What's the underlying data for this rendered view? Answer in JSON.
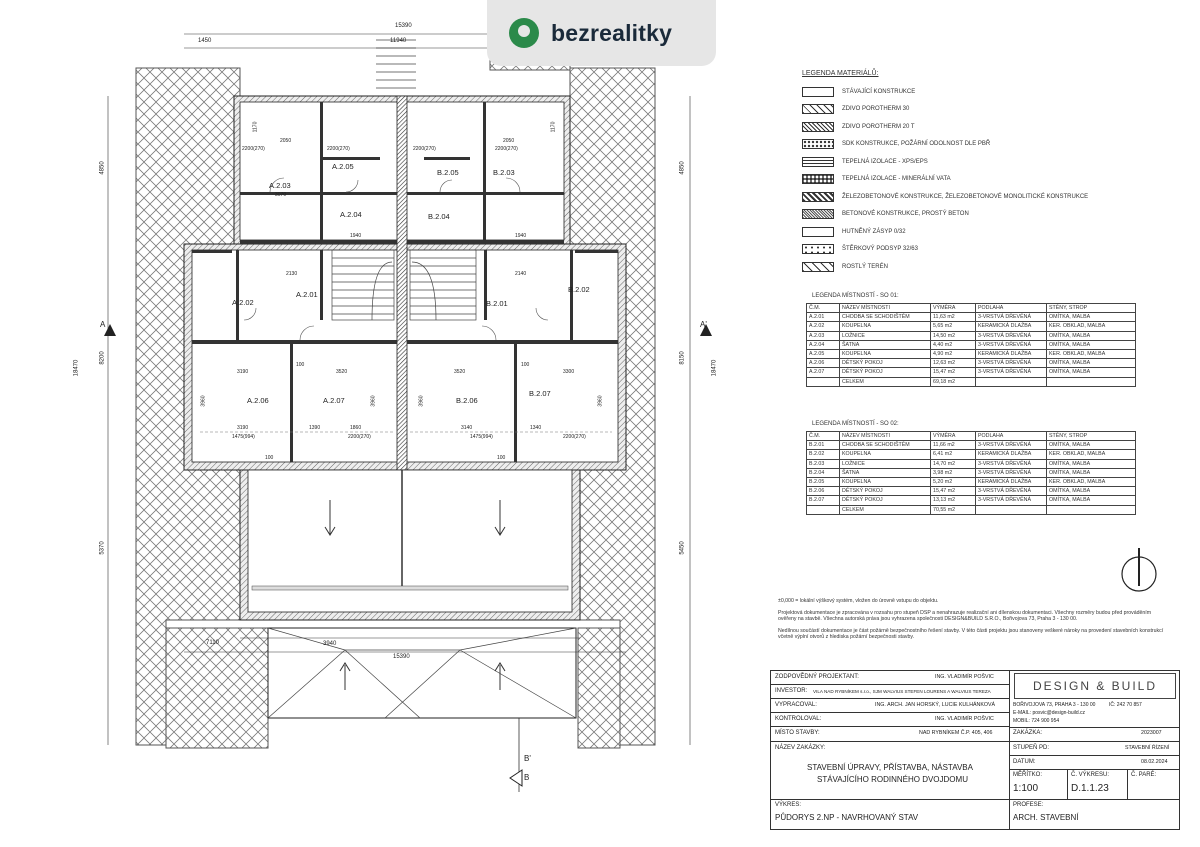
{
  "brand": {
    "name": "bezrealitky",
    "color": "#2b8a4a"
  },
  "drawing": {
    "dims_top": [
      "15390",
      "1450",
      "11940"
    ],
    "dims_left": [
      "4850",
      "8200",
      "5370"
    ],
    "dims_left_total": "18470",
    "dims_right": [
      "4850",
      "8150",
      "5450"
    ],
    "dims_right_total": "18470",
    "dims_bottom": [
      "7110",
      "3940",
      "15390"
    ],
    "section_marks": {
      "a_left": "A",
      "a_right": "A'",
      "b_bottom": "B",
      "b_bottom_prime": "B'"
    },
    "rooms": [
      {
        "id": "A.2.05"
      },
      {
        "id": "A.2.03"
      },
      {
        "id": "A.2.04"
      },
      {
        "id": "A.2.02"
      },
      {
        "id": "A.2.01"
      },
      {
        "id": "A.2.06"
      },
      {
        "id": "A.2.07"
      },
      {
        "id": "B.2.05"
      },
      {
        "id": "B.2.03"
      },
      {
        "id": "B.2.04"
      },
      {
        "id": "B.2.02"
      },
      {
        "id": "B.2.01"
      },
      {
        "id": "B.2.06"
      },
      {
        "id": "B.2.07"
      }
    ],
    "inner_dims": [
      "2200(270)",
      "2200(270)",
      "2200(270)",
      "2200(270)",
      "3070",
      "1940",
      "1940",
      "3190",
      "3520",
      "3520",
      "3300",
      "3190",
      "1390",
      "1860",
      "3140",
      "1340",
      "1475(994)",
      "1475(994)",
      "2200(270)",
      "2200(270)",
      "2130",
      "2140",
      "2050",
      "2050",
      "100",
      "100",
      "100",
      "100",
      "3960",
      "3960",
      "3960",
      "3960",
      "1170",
      "1170"
    ]
  },
  "legend": {
    "title": "LEGENDA MATERIÁLŮ:",
    "items": [
      {
        "label": "STÁVAJÍCÍ KONSTRUKCE"
      },
      {
        "label": "ZDIVO POROTHERM 30"
      },
      {
        "label": "ZDIVO POROTHERM 20 T"
      },
      {
        "label": "SDK KONSTRUKCE, POŽÁRNÍ ODOLNOST DLE PBŘ"
      },
      {
        "label": "TEPELNÁ IZOLACE - XPS/EPS"
      },
      {
        "label": "TEPELNÁ IZOLACE - MINERÁLNÍ VATA"
      },
      {
        "label": "ŽELEZOBETONOVÉ KONSTRUKCE, ŽELEZOBETONOVÉ MONOLITICKÉ KONSTRUKCE"
      },
      {
        "label": "BETONOVÉ KONSTRUKCE, PROSTÝ BETON"
      },
      {
        "label": "HUTNĚNÝ ZÁSYP 0/32"
      },
      {
        "label": "ŠTĚRKOVÝ PODSYP 32/63"
      },
      {
        "label": "ROSTLÝ TERÉN"
      }
    ]
  },
  "table_so01": {
    "title": "LEGENDA MÍSTNOSTÍ - SO 01:",
    "headers": [
      "Č.M.",
      "NÁZEV MÍSTNOSTI",
      "VÝMĚRA",
      "PODLAHA",
      "STĚNY, STROP"
    ],
    "rows": [
      [
        "A.2.01",
        "CHODBA SE SCHODIŠTĚM",
        "11,63 m2",
        "3-VRSTVÁ DŘEVĚNÁ",
        "OMÍTKA, MALBA"
      ],
      [
        "A.2.02",
        "KOUPELNA",
        "5,65 m2",
        "KERAMICKÁ DLAŽBA",
        "KER. OBKLAD, MALBA"
      ],
      [
        "A.2.03",
        "LOŽNICE",
        "14,50 m2",
        "3-VRSTVÁ DŘEVĚNÁ",
        "OMÍTKA, MALBA"
      ],
      [
        "A.2.04",
        "ŠATNA",
        "4,40 m2",
        "3-VRSTVÁ DŘEVĚNÁ",
        "OMÍTKA, MALBA"
      ],
      [
        "A.2.05",
        "KOUPELNA",
        "4,90 m2",
        "KERAMICKÁ DLAŽBA",
        "KER. OBKLAD, MALBA"
      ],
      [
        "A.2.06",
        "DĚTSKÝ POKOJ",
        "12,63 m2",
        "3-VRSTVÁ DŘEVĚNÁ",
        "OMÍTKA, MALBA"
      ],
      [
        "A.2.07",
        "DĚTSKÝ POKOJ",
        "15,47 m2",
        "3-VRSTVÁ DŘEVĚNÁ",
        "OMÍTKA, MALBA"
      ],
      [
        "",
        "CELKEM",
        "69,18 m2",
        "",
        ""
      ]
    ]
  },
  "table_so02": {
    "title": "LEGENDA MÍSTNOSTÍ - SO 02:",
    "headers": [
      "Č.M.",
      "NÁZEV MÍSTNOSTI",
      "VÝMĚRA",
      "PODLAHA",
      "STĚNY, STROP"
    ],
    "rows": [
      [
        "B.2.01",
        "CHODBA SE SCHODIŠTĚM",
        "11,66 m2",
        "3-VRSTVÁ DŘEVĚNÁ",
        "OMÍTKA, MALBA"
      ],
      [
        "B.2.02",
        "KOUPELNA",
        "6,41 m2",
        "KERAMICKÁ DLAŽBA",
        "KER. OBKLAD, MALBA"
      ],
      [
        "B.2.03",
        "LOŽNICE",
        "14,70 m2",
        "3-VRSTVÁ DŘEVĚNÁ",
        "OMÍTKA, MALBA"
      ],
      [
        "B.2.04",
        "ŠATNA",
        "3,98 m2",
        "3-VRSTVÁ DŘEVĚNÁ",
        "OMÍTKA, MALBA"
      ],
      [
        "B.2.05",
        "KOUPELNA",
        "5,20 m2",
        "KERAMICKÁ DLAŽBA",
        "KER. OBKLAD, MALBA"
      ],
      [
        "B.2.06",
        "DĚTSKÝ POKOJ",
        "15,47 m2",
        "3-VRSTVÁ DŘEVĚNÁ",
        "OMÍTKA, MALBA"
      ],
      [
        "B.2.07",
        "DĚTSKÝ POKOJ",
        "13,13 m2",
        "3-VRSTVÁ DŘEVĚNÁ",
        "OMÍTKA, MALBA"
      ],
      [
        "",
        "CELKEM",
        "70,55 m2",
        "",
        ""
      ]
    ]
  },
  "notes": [
    "±0,000 = lokální výškový systém, vložen do úrovně vstupu do objektu.",
    "Projektová dokumentace je zpracována v rozsahu pro stupeň DSP a nenahrazuje realizační ani dílenskou dokumentaci. Všechny rozměry budou před prováděním ověřeny na stavbě. Všechna autorská práva jsou vyhrazena společnosti DESIGN&BUILD S.R.O., Bořivojova 73, Praha 3 - 130 00.",
    "Nedílnou součástí dokumentace je část požárně bezpečnostního řešení stavby. V této části projektu jsou stanoveny veškeré nároky na provedení stavebních konstrukcí včetně výplní otvorů z hlediska požární bezpečnosti stavby."
  ],
  "title_block": {
    "zodp_label": "ZODPOVĚDNÝ PROJEKTANT:",
    "zodp_value": "ING. VLADIMÍR POŠVIC",
    "investor_label": "INVESTOR:",
    "investor_value": "VILA NAD RYBNÍKEM s.r.o., SJM WALVIUS STEFEN LOURENS A WALVIUS TEREZA",
    "vypracoval_label": "VYPRACOVAL:",
    "vypracoval_value": "ING. ARCH. JAN HORSKÝ, LUCIE KULHÁNKOVÁ",
    "kontroloval_label": "KONTROLOVAL:",
    "kontroloval_value": "ING. VLADIMÍR POŠVIC",
    "misto_label": "MÍSTO STAVBY:",
    "misto_value": "NAD RYBNÍKEM Č.P. 405, 406",
    "zakazka_name_label": "NÁZEV ZAKÁZKY:",
    "zakazka_name_line1": "STAVEBNÍ ÚPRAVY, PŘÍSTAVBA, NÁSTAVBA",
    "zakazka_name_line2": "STÁVAJÍCÍHO RODINNÉHO DVOJDOMU",
    "vykres_label": "VÝKRES:",
    "vykres_value": "PŮDORYS 2.NP - NAVRHOVANÝ STAV",
    "company": "DESIGN & BUILD",
    "address": "BOŘIVOJOVA 73, PRAHA 3 - 130 00",
    "ic": "IČ: 242 70 857",
    "email": "E-MAIL: posvic@design-build.cz",
    "mobil": "MOBIL: 724 900 954",
    "zakazka_label": "ZAKÁZKA:",
    "zakazka_value": "2023007",
    "stupen_label": "STUPEŇ PD:",
    "stupen_value": "STAVEBNÍ ŘÍZENÍ",
    "datum_label": "DATUM:",
    "datum_value": "08.02.2024",
    "meritko_label": "MĚŘÍTKO:",
    "meritko_value": "1:100",
    "cislo_label": "Č. VÝKRESU:",
    "cislo_value": "D.1.1.23",
    "pare_label": "Č. PARÉ:",
    "profese_label": "PROFESE:",
    "profese_value": "ARCH. STAVEBNÍ"
  }
}
